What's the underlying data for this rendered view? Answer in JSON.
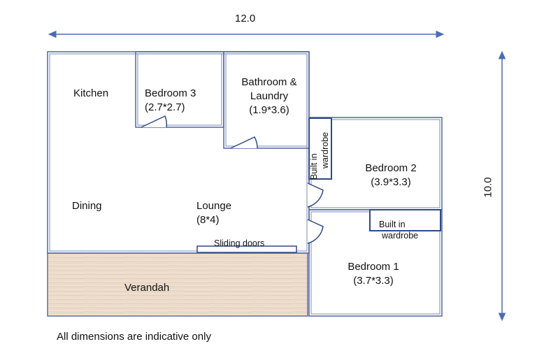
{
  "dimensions": {
    "width": "12.0",
    "height": "10.0"
  },
  "rooms": {
    "kitchen": "Kitchen",
    "bedroom3": {
      "name": "Bedroom 3",
      "size": "(2.7*2.7)"
    },
    "bathroom": {
      "line1": "Bathroom &",
      "line2": "Laundry",
      "size": "(1.9*3.6)"
    },
    "bedroom2": {
      "name": "Bedroom 2",
      "size": "(3.9*3.3)"
    },
    "bedroom1": {
      "name": "Bedroom 1",
      "size": "(3.7*3.3)"
    },
    "dining": "Dining",
    "lounge": {
      "name": "Lounge",
      "size": "(8*4)"
    },
    "verandah": "Verandah"
  },
  "fixtures": {
    "wardrobe_top": {
      "line1": "Built in",
      "line2": "wardrobe"
    },
    "wardrobe_right": {
      "line1": "Built in",
      "line2": "wardrobe"
    },
    "sliding_doors": "Sliding doors"
  },
  "footnote": "All dimensions are indicative only",
  "colors": {
    "wall": "#5b6fa3",
    "arrow": "#4a6db5",
    "verandah": "#eddccd",
    "wardrobe_border": "#2f4a86"
  }
}
